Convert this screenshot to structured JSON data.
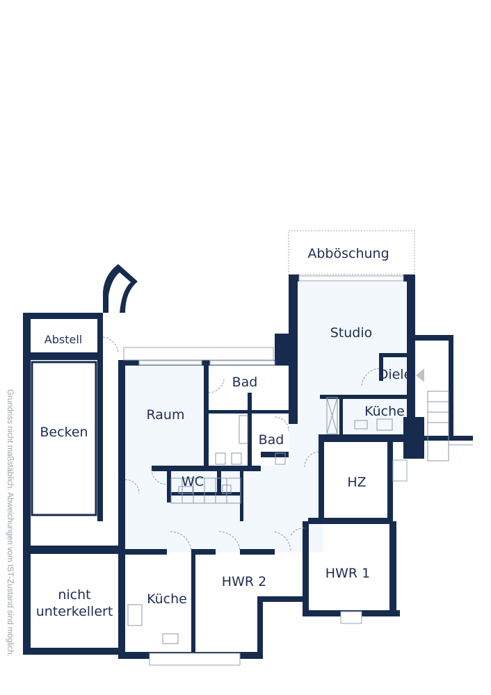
{
  "disclaimer": "Grundriss nicht maßstäblich. Abweichungen vom IST-Zustand sind möglich.",
  "rooms": {
    "abboeschung": "Abböschung",
    "studio": "Studio",
    "diele": "Diele",
    "kueche_studio": "Küche",
    "abstell": "Abstell",
    "becken": "Becken",
    "raum": "Raum",
    "bad_1": "Bad",
    "bad_2": "Bad",
    "wc": "WC",
    "hz": "HZ",
    "hwr1": "HWR 1",
    "hwr2": "HWR 2",
    "kueche": "Küche",
    "nicht_unterkellert_1": "nicht",
    "nicht_unterkellert_2": "unterkellert"
  },
  "colors": {
    "wall": "#162b4d",
    "room_fill": "#f3f8fd",
    "text": "#1e2e52"
  }
}
